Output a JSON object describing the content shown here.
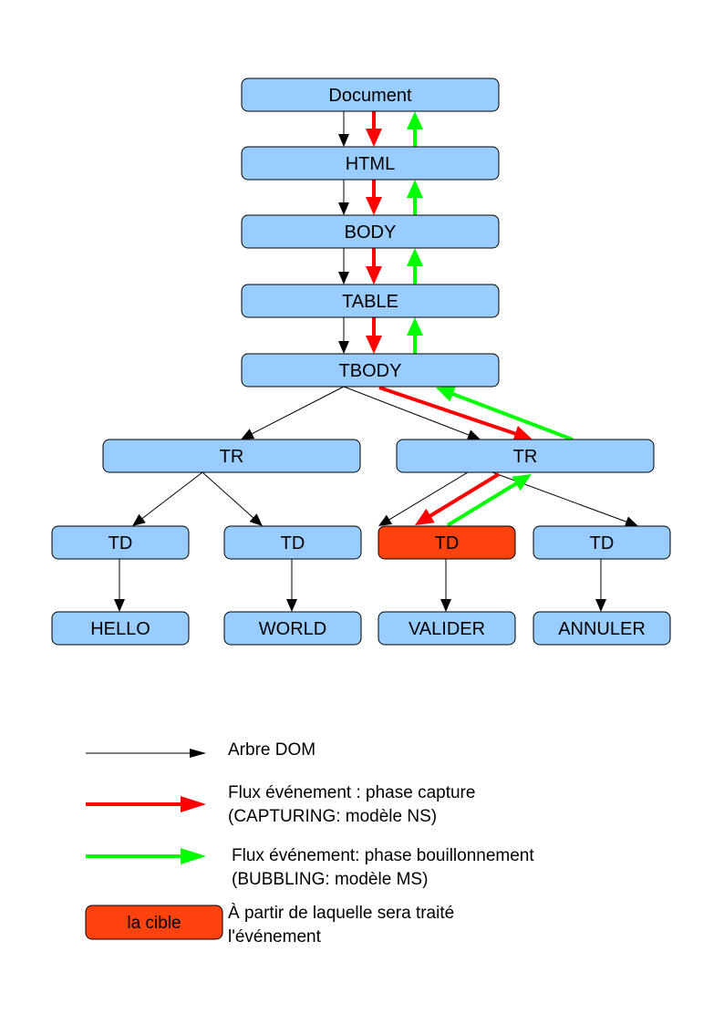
{
  "colors": {
    "node_fill": "#99ccff",
    "target_fill": "#ff420e",
    "tree_arrow": "#000000",
    "capture_arrow": "#ff0000",
    "bubble_arrow": "#00ff00"
  },
  "nodes": [
    {
      "id": "document",
      "label": "Document",
      "target": false
    },
    {
      "id": "html",
      "label": "HTML",
      "target": false
    },
    {
      "id": "body",
      "label": "BODY",
      "target": false
    },
    {
      "id": "table",
      "label": "TABLE",
      "target": false
    },
    {
      "id": "tbody",
      "label": "TBODY",
      "target": false
    },
    {
      "id": "tr1",
      "label": "TR",
      "target": false
    },
    {
      "id": "tr2",
      "label": "TR",
      "target": false
    },
    {
      "id": "td1",
      "label": "TD",
      "target": false
    },
    {
      "id": "td2",
      "label": "TD",
      "target": false
    },
    {
      "id": "td3",
      "label": "TD",
      "target": true
    },
    {
      "id": "td4",
      "label": "TD",
      "target": false
    },
    {
      "id": "hello",
      "label": "HELLO",
      "target": false
    },
    {
      "id": "world",
      "label": "WORLD",
      "target": false
    },
    {
      "id": "valider",
      "label": "VALIDER",
      "target": false
    },
    {
      "id": "annuler",
      "label": "ANNULER",
      "target": false
    }
  ],
  "edges": {
    "tree": [
      [
        "document",
        "html"
      ],
      [
        "html",
        "body"
      ],
      [
        "body",
        "table"
      ],
      [
        "table",
        "tbody"
      ],
      [
        "tbody",
        "tr1"
      ],
      [
        "tbody",
        "tr2"
      ],
      [
        "tr1",
        "td1"
      ],
      [
        "tr1",
        "td2"
      ],
      [
        "tr2",
        "td3"
      ],
      [
        "tr2",
        "td4"
      ],
      [
        "td1",
        "hello"
      ],
      [
        "td2",
        "world"
      ],
      [
        "td3",
        "valider"
      ],
      [
        "td4",
        "annuler"
      ]
    ],
    "capture": [
      [
        "document",
        "html"
      ],
      [
        "html",
        "body"
      ],
      [
        "body",
        "table"
      ],
      [
        "table",
        "tbody"
      ],
      [
        "tbody",
        "tr2"
      ],
      [
        "tr2",
        "td3"
      ]
    ],
    "bubble": [
      [
        "td3",
        "tr2"
      ],
      [
        "tr2",
        "tbody"
      ],
      [
        "tbody",
        "table"
      ],
      [
        "table",
        "body"
      ],
      [
        "body",
        "html"
      ],
      [
        "html",
        "document"
      ]
    ]
  },
  "legend": {
    "dom_tree": "Arbre DOM",
    "capture_line1": "Flux événement : phase capture",
    "capture_line2": "(CAPTURING: modèle NS)",
    "bubble_line1": "Flux événement: phase bouillonnement",
    "bubble_line2": "(BUBBLING: modèle MS)",
    "target_box": "la cible",
    "target_line1": "À partir de laquelle sera traité",
    "target_line2": "l'événement"
  }
}
